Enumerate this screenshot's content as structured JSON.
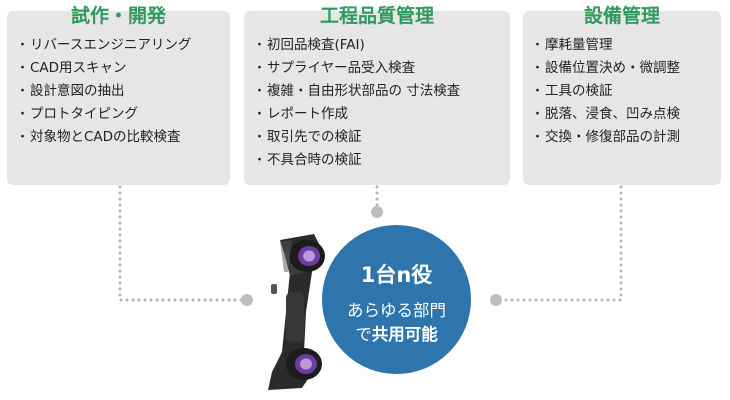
{
  "panels": [
    {
      "title": "試作・開発",
      "items": [
        "リバースエンジニアリング",
        "CAD用スキャン",
        "設計意図の抽出",
        "プロトタイピング",
        "対象物とCADの比較検査"
      ]
    },
    {
      "title": "工程品質管理",
      "items": [
        "初回品検査(FAI)",
        "サプライヤー品受入検査",
        "複雑・自由形状部品の 寸法検査",
        "レポート作成",
        "取引先での検証",
        "不具合時の検証"
      ]
    },
    {
      "title": "設備管理",
      "items": [
        "摩耗量管理",
        "設備位置決め・微調整",
        "工具の検証",
        "脱落、浸食、凹み点検",
        "交換・修復部品の計測"
      ]
    }
  ],
  "center": {
    "main": "1台n役",
    "line1": "あらゆる部門",
    "line2_prefix": "で",
    "line2_bold": "共用可能"
  },
  "colors": {
    "title_green": "#2e9a5e",
    "panel_bg": "#e6e6e6",
    "circle_blue": "#2e75ad",
    "dots": "#b5b5b5"
  },
  "device_icon": "3d-scanner-icon"
}
